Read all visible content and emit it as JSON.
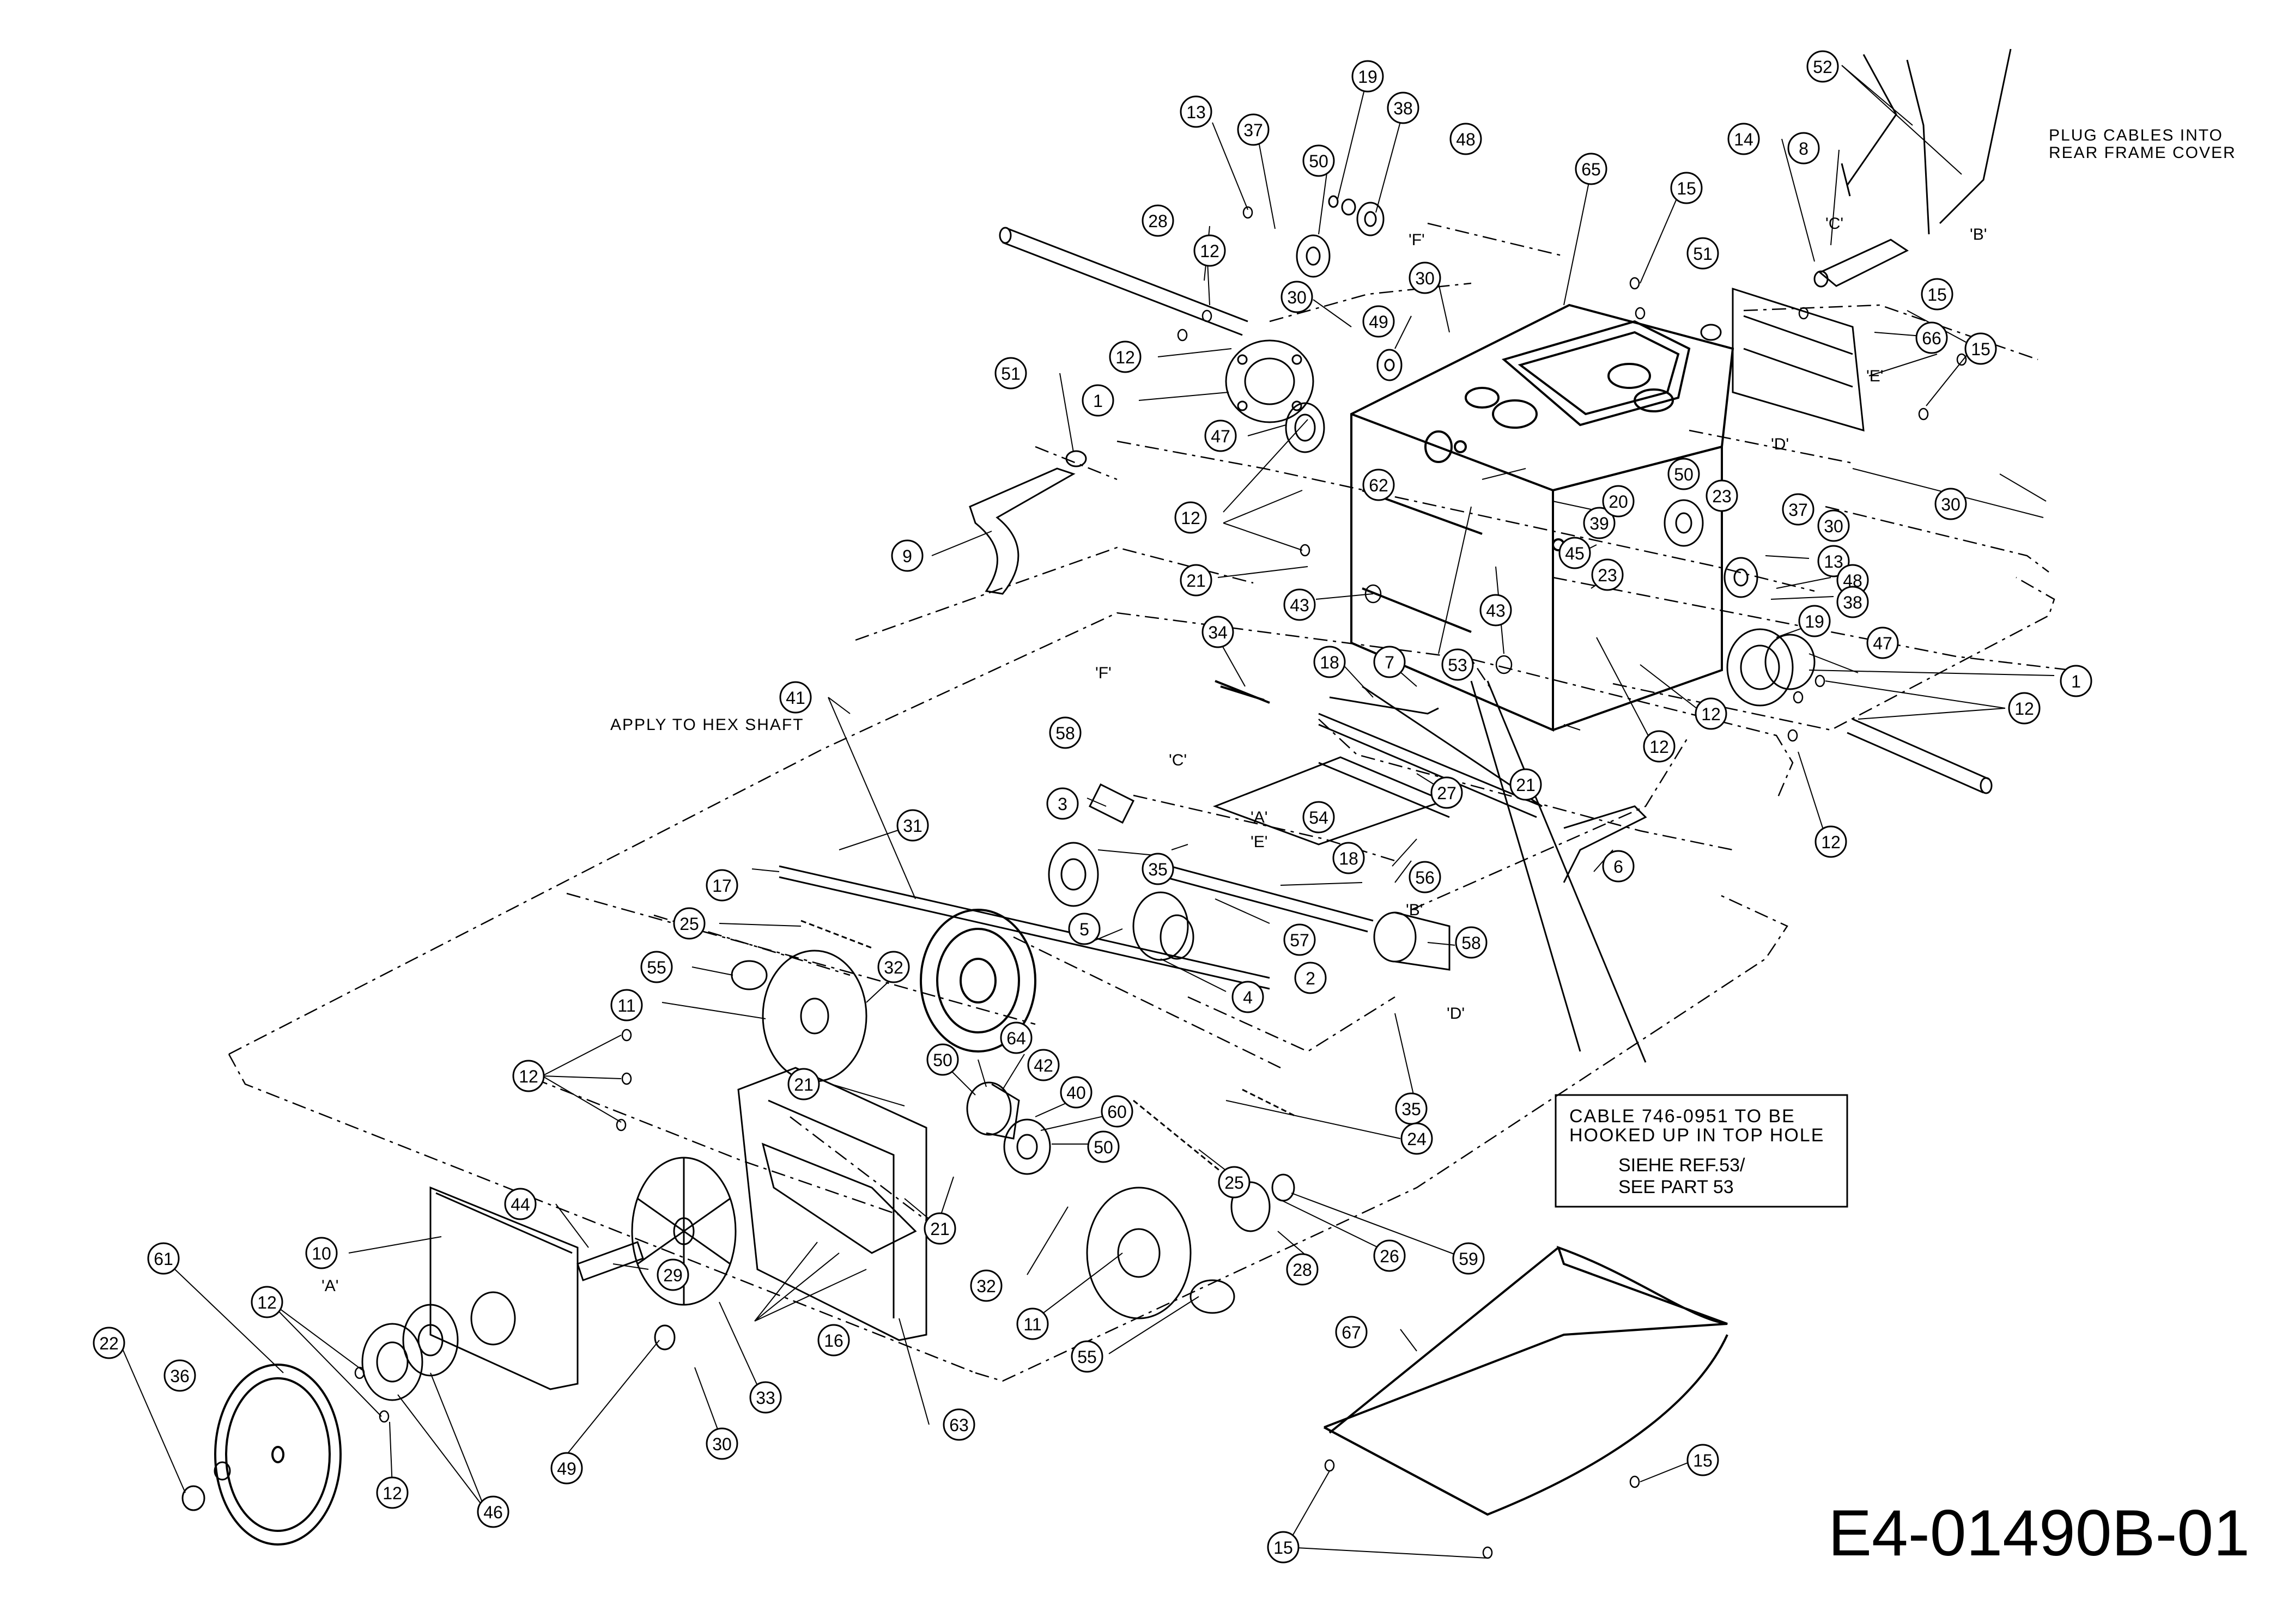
{
  "drawing_id": "E4-01490B-01",
  "notes": {
    "plug_cables_line1": "PLUG CABLES INTO",
    "plug_cables_line2": "REAR FRAME COVER",
    "apply_hex": "APPLY TO HEX SHAFT"
  },
  "cable_box": {
    "line1": "CABLE  746-0951  TO BE",
    "line2": "HOOKED UP IN TOP HOLE",
    "line3": "SIEHE REF.53/",
    "line4": "SEE PART 53"
  },
  "ref_letters": {
    "F_top": "'F'",
    "C_top": "'C'",
    "B_top": "'B'",
    "E_right": "'E'",
    "D_right": "'D'",
    "F_mid": "'F'",
    "C_mid": "'C'",
    "A_mid": "'A'",
    "E_mid": "'E'",
    "B_mid": "'B'",
    "D_mid": "'D'",
    "A_low": "'A'"
  },
  "callouts": [
    {
      "id": "c-52",
      "label": "52"
    },
    {
      "id": "c-19",
      "label": "19"
    },
    {
      "id": "c-13",
      "label": "13"
    },
    {
      "id": "c-37",
      "label": "37"
    },
    {
      "id": "c-38",
      "label": "38"
    },
    {
      "id": "c-50",
      "label": "50"
    },
    {
      "id": "c-48",
      "label": "48"
    },
    {
      "id": "c-14",
      "label": "14"
    },
    {
      "id": "c-8",
      "label": "8"
    },
    {
      "id": "c-28",
      "label": "28"
    },
    {
      "id": "c-65",
      "label": "65"
    },
    {
      "id": "c-15",
      "label": "15"
    },
    {
      "id": "c-12",
      "label": "12"
    },
    {
      "id": "c-51",
      "label": "51"
    },
    {
      "id": "c-30",
      "label": "30"
    },
    {
      "id": "c-30b",
      "label": "30"
    },
    {
      "id": "c-49",
      "label": "49"
    },
    {
      "id": "c-12b",
      "label": "12"
    },
    {
      "id": "c-15b",
      "label": "15"
    },
    {
      "id": "c-66",
      "label": "66"
    },
    {
      "id": "c-15c",
      "label": "15"
    },
    {
      "id": "c-1",
      "label": "1"
    },
    {
      "id": "c-47",
      "label": "47"
    },
    {
      "id": "c-51b",
      "label": "51"
    },
    {
      "id": "c-30c",
      "label": "30"
    },
    {
      "id": "c-62",
      "label": "62"
    },
    {
      "id": "c-50b",
      "label": "50"
    },
    {
      "id": "c-23",
      "label": "23"
    },
    {
      "id": "c-37b",
      "label": "37"
    },
    {
      "id": "c-12c",
      "label": "12"
    },
    {
      "id": "c-39",
      "label": "39"
    },
    {
      "id": "c-20",
      "label": "20"
    },
    {
      "id": "c-30d",
      "label": "30"
    },
    {
      "id": "c-9",
      "label": "9"
    },
    {
      "id": "c-45",
      "label": "45"
    },
    {
      "id": "c-23b",
      "label": "23"
    },
    {
      "id": "c-13b",
      "label": "13"
    },
    {
      "id": "c-21",
      "label": "21"
    },
    {
      "id": "c-48b",
      "label": "48"
    },
    {
      "id": "c-43",
      "label": "43"
    },
    {
      "id": "c-19b",
      "label": "19"
    },
    {
      "id": "c-38b",
      "label": "38"
    },
    {
      "id": "c-43b",
      "label": "43"
    },
    {
      "id": "c-47b",
      "label": "47"
    },
    {
      "id": "c-34",
      "label": "34"
    },
    {
      "id": "c-18",
      "label": "18"
    },
    {
      "id": "c-7",
      "label": "7"
    },
    {
      "id": "c-53",
      "label": "53"
    },
    {
      "id": "c-1b",
      "label": "1"
    },
    {
      "id": "c-12d",
      "label": "12"
    },
    {
      "id": "c-12e",
      "label": "12"
    },
    {
      "id": "c-41",
      "label": "41"
    },
    {
      "id": "c-12f",
      "label": "12"
    },
    {
      "id": "c-58",
      "label": "58"
    },
    {
      "id": "c-21b",
      "label": "21"
    },
    {
      "id": "c-27",
      "label": "27"
    },
    {
      "id": "c-3",
      "label": "3"
    },
    {
      "id": "c-54",
      "label": "54"
    },
    {
      "id": "c-31",
      "label": "31"
    },
    {
      "id": "c-35",
      "label": "35"
    },
    {
      "id": "c-12g",
      "label": "12"
    },
    {
      "id": "c-6",
      "label": "6"
    },
    {
      "id": "c-17",
      "label": "17"
    },
    {
      "id": "c-56",
      "label": "56"
    },
    {
      "id": "c-18b",
      "label": "18"
    },
    {
      "id": "c-25",
      "label": "25"
    },
    {
      "id": "c-5",
      "label": "5"
    },
    {
      "id": "c-57",
      "label": "57"
    },
    {
      "id": "c-32",
      "label": "32"
    },
    {
      "id": "c-55",
      "label": "55"
    },
    {
      "id": "c-58b",
      "label": "58"
    },
    {
      "id": "c-2",
      "label": "2"
    },
    {
      "id": "c-11",
      "label": "11"
    },
    {
      "id": "c-4",
      "label": "4"
    },
    {
      "id": "c-64",
      "label": "64"
    },
    {
      "id": "c-50c",
      "label": "50"
    },
    {
      "id": "c-42",
      "label": "42"
    },
    {
      "id": "c-12h",
      "label": "12"
    },
    {
      "id": "c-35b",
      "label": "35"
    },
    {
      "id": "c-21c",
      "label": "21"
    },
    {
      "id": "c-40",
      "label": "40"
    },
    {
      "id": "c-60",
      "label": "60"
    },
    {
      "id": "c-24",
      "label": "24"
    },
    {
      "id": "c-50d",
      "label": "50"
    },
    {
      "id": "c-25b",
      "label": "25"
    },
    {
      "id": "c-44",
      "label": "44"
    },
    {
      "id": "c-21d",
      "label": "21"
    },
    {
      "id": "c-10",
      "label": "10"
    },
    {
      "id": "c-28b",
      "label": "28"
    },
    {
      "id": "c-26",
      "label": "26"
    },
    {
      "id": "c-59",
      "label": "59"
    },
    {
      "id": "c-61",
      "label": "61"
    },
    {
      "id": "c-29",
      "label": "29"
    },
    {
      "id": "c-32b",
      "label": "32"
    },
    {
      "id": "c-12i",
      "label": "12"
    },
    {
      "id": "c-16",
      "label": "16"
    },
    {
      "id": "c-11b",
      "label": "11"
    },
    {
      "id": "c-55b",
      "label": "55"
    },
    {
      "id": "c-67",
      "label": "67"
    },
    {
      "id": "c-22",
      "label": "22"
    },
    {
      "id": "c-36",
      "label": "36"
    },
    {
      "id": "c-33",
      "label": "33"
    },
    {
      "id": "c-49b",
      "label": "49"
    },
    {
      "id": "c-30e",
      "label": "30"
    },
    {
      "id": "c-63",
      "label": "63"
    },
    {
      "id": "c-12j",
      "label": "12"
    },
    {
      "id": "c-46",
      "label": "46"
    },
    {
      "id": "c-15d",
      "label": "15"
    },
    {
      "id": "c-15e",
      "label": "15"
    }
  ]
}
